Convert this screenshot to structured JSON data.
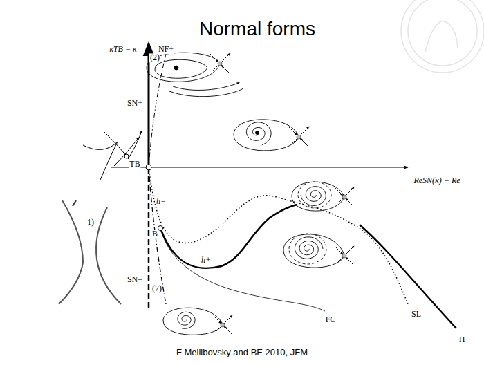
{
  "diagram": {
    "title": "Normal forms",
    "caption": "F Mellibovsky and BE 2010, JFM",
    "labels": [
      "κTB − κ",
      "(2)",
      "NF+",
      "SN+",
      "TB",
      "ReSN(κ) − Re",
      "h−",
      "B",
      "h+",
      "1)",
      "SL",
      "FC",
      "H",
      "SN−",
      "(7)"
    ]
  }
}
